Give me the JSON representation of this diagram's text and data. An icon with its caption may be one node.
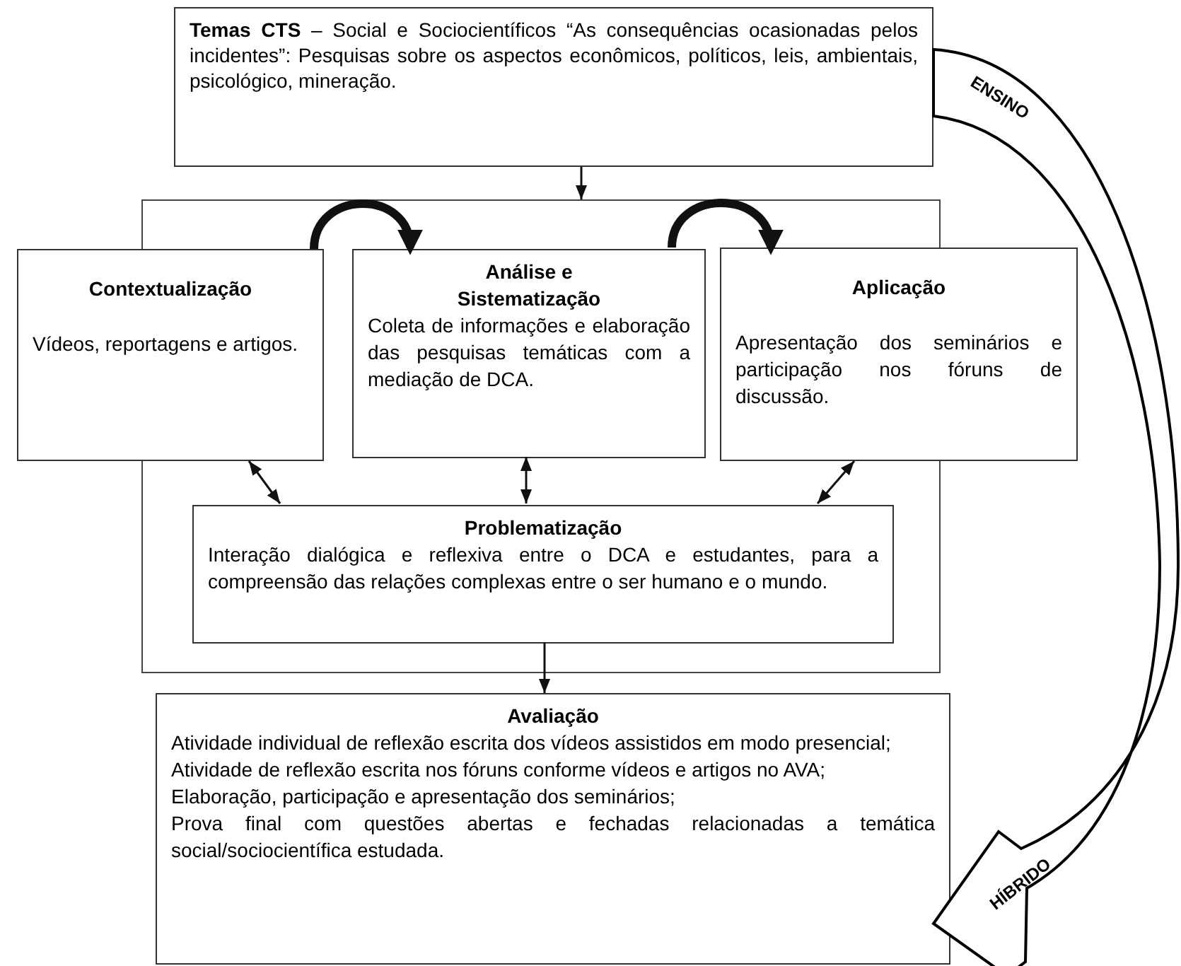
{
  "diagram": {
    "nodes": [
      {
        "text": [
          "**Temas CTS** – Social e Sociocientíficos “As consequências ocasionadas pelos incidentes”: Pesquisas sobre os aspectos econômicos, políticos, leis, ambientais, psicológico, mineração."
        ]
      },
      {
        "text": [],
        "shape": "box"
      },
      {
        "text": [
          "Contextualização",
          "Vídeos, reportagens e artigos."
        ]
      },
      {
        "text": [
          "Análise e Sistematização",
          "Coleta de informações e elaboração das pesquisas temáticas com a mediação de DCA."
        ],
        "in": 1
      },
      {
        "text": [
          "Aplicação",
          "Apresentação dos seminários e participação nos fóruns de discussão."
        ]
      },
      {
        "text": [
          "Problematização",
          "Interação dialógica e reflexiva entre o DCA e estudantes, para a compreensão das relações complexas entre o ser humano e o mundo."
        ],
        "in": 1
      },
      {
        "text": [
          "Avaliação",
          "Atividade individual de reflexão escrita dos vídeos assistidos em modo presencial;",
          "Atividade de reflexão escrita nos fóruns conforme vídeos e artigos no AVA;",
          "Elaboração, participação e apresentação dos seminários;",
          "Prova final com questões abertas e fechadas relacionadas a temática social/sociocientífica estudada."
        ]
      },
      {
        "text": [
          "ENSINO",
          "HÍBRIDO"
        ]
      }
    ],
    "edges": [
      {
        "from": 0,
        "to": 1,
        "arrow": "to"
      },
      {
        "from": 2,
        "to": 3,
        "arrow": "to",
        "style": "thick"
      },
      {
        "from": 3,
        "to": 4,
        "arrow": "to",
        "style": "thick"
      },
      {
        "from": 2,
        "to": 5,
        "arrow": "both"
      },
      {
        "from": 3,
        "to": 5,
        "arrow": "both"
      },
      {
        "from": 4,
        "to": 5,
        "arrow": "both"
      },
      {
        "from": 5,
        "to": 6,
        "arrow": "to"
      }
    ]
  }
}
